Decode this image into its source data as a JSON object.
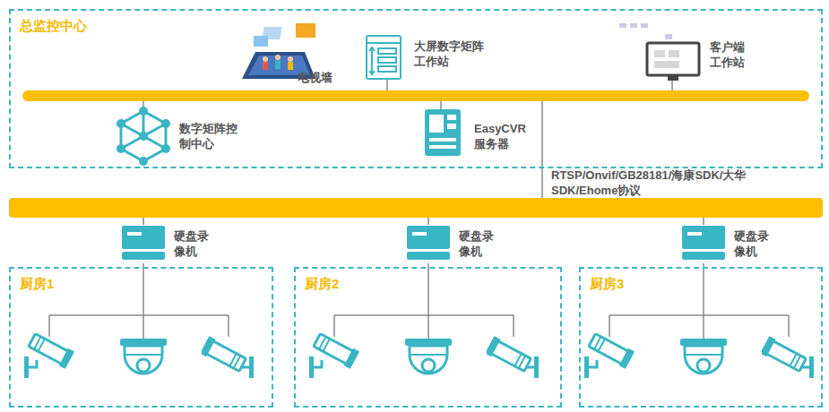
{
  "diagram": {
    "nodes": [
      {
        "text": [
          "总监控中心"
        ]
      },
      {
        "text": [
          "电视墙"
        ],
        "in": 0
      },
      {
        "text": [
          "大屏数字矩阵 工作站"
        ],
        "in": 0
      },
      {
        "text": [
          "客户端 工作站"
        ],
        "in": 0
      },
      {
        "text": [
          "数字矩阵控 制中心"
        ],
        "in": 0
      },
      {
        "text": [
          "EasyCVR 服务器"
        ],
        "in": 0
      },
      {
        "text": [
          "硬盘录 像机"
        ]
      },
      {
        "text": [
          "硬盘录 像机"
        ]
      },
      {
        "text": [
          "硬盘录 像机"
        ]
      },
      {
        "text": [
          "厨房1"
        ]
      },
      {
        "text": [
          "厨房2"
        ]
      },
      {
        "text": [
          "厨房3"
        ]
      }
    ],
    "edges": [
      {
        "from": 6,
        "to": 9,
        "arrow": "none"
      },
      {
        "from": 7,
        "to": 10,
        "arrow": "none"
      },
      {
        "from": 8,
        "to": 11,
        "arrow": "none"
      }
    ],
    "labels": [
      "RTSP/Onvif/GB28181/海康SDK/大华 SDK/Ehome协议"
    ]
  }
}
